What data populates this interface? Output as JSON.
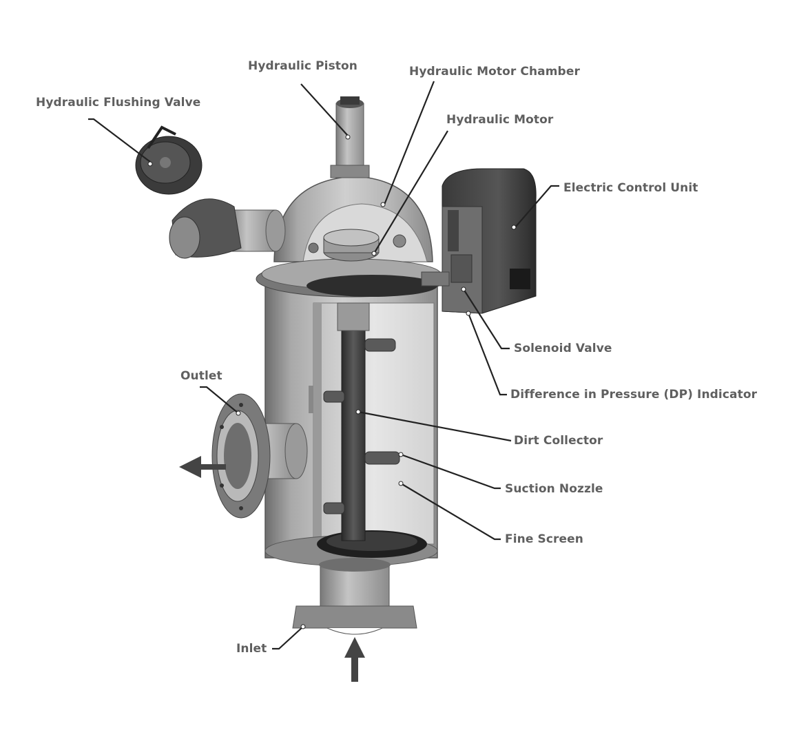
{
  "labels": {
    "hydraulic_flushing_valve": "Hydraulic Flushing Valve",
    "hydraulic_piston": "Hydraulic Piston",
    "hydraulic_motor_chamber": "Hydraulic Motor Chamber",
    "hydraulic_motor": "Hydraulic Motor",
    "electric_control_unit": "Electric Control Unit",
    "solenoid_valve": "Solenoid Valve",
    "dp_indicator": "Difference in Pressure (DP) Indicator",
    "outlet": "Outlet",
    "dirt_collector": "Dirt Collector",
    "suction_nozzle": "Suction Nozzle",
    "fine_screen": "Fine Screen",
    "inlet": "Inlet"
  }
}
